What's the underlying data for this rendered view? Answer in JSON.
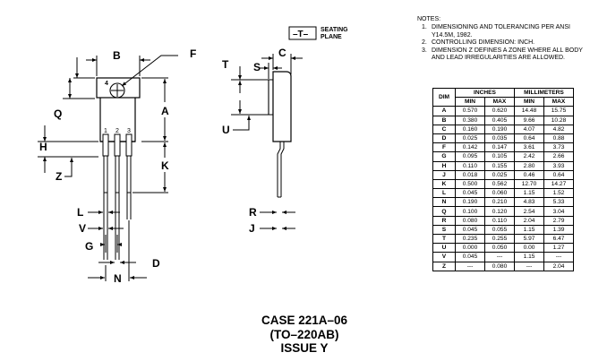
{
  "labels": {
    "B": "B",
    "F": "F",
    "Q": "Q",
    "A": "A",
    "H": "H",
    "K": "K",
    "Z": "Z",
    "L": "L",
    "V": "V",
    "G": "G",
    "D": "D",
    "N": "N",
    "T": "T",
    "C": "C",
    "S": "S",
    "U": "U",
    "R": "R",
    "J": "J",
    "pin_mark": "4",
    "pin1": "1",
    "pin2": "2",
    "pin3": "3",
    "seating_box": "–T–",
    "seating_line1": "SEATING",
    "seating_line2": "PLANE"
  },
  "notes": {
    "heading": "NOTES:",
    "items": [
      {
        "num": "1.",
        "text": "DIMENSIONING AND TOLERANCING PER ANSI Y14.5M, 1982."
      },
      {
        "num": "2.",
        "text": "CONTROLLING DIMENSION: INCH."
      },
      {
        "num": "3.",
        "text": "DIMENSION Z DEFINES A ZONE WHERE ALL BODY AND LEAD IRREGULARITIES ARE ALLOWED."
      }
    ]
  },
  "table": {
    "dim_header": "DIM",
    "inches_header": "INCHES",
    "mm_header": "MILLIMETERS",
    "min_header": "MIN",
    "max_header": "MAX",
    "rows": [
      {
        "dim": "A",
        "in_min": "0.570",
        "in_max": "0.620",
        "mm_min": "14.48",
        "mm_max": "15.75"
      },
      {
        "dim": "B",
        "in_min": "0.380",
        "in_max": "0.405",
        "mm_min": "9.66",
        "mm_max": "10.28"
      },
      {
        "dim": "C",
        "in_min": "0.160",
        "in_max": "0.190",
        "mm_min": "4.07",
        "mm_max": "4.82"
      },
      {
        "dim": "D",
        "in_min": "0.025",
        "in_max": "0.035",
        "mm_min": "0.64",
        "mm_max": "0.88"
      },
      {
        "dim": "F",
        "in_min": "0.142",
        "in_max": "0.147",
        "mm_min": "3.61",
        "mm_max": "3.73"
      },
      {
        "dim": "G",
        "in_min": "0.095",
        "in_max": "0.105",
        "mm_min": "2.42",
        "mm_max": "2.66"
      },
      {
        "dim": "H",
        "in_min": "0.110",
        "in_max": "0.155",
        "mm_min": "2.80",
        "mm_max": "3.93"
      },
      {
        "dim": "J",
        "in_min": "0.018",
        "in_max": "0.025",
        "mm_min": "0.46",
        "mm_max": "0.64"
      },
      {
        "dim": "K",
        "in_min": "0.500",
        "in_max": "0.562",
        "mm_min": "12.70",
        "mm_max": "14.27"
      },
      {
        "dim": "L",
        "in_min": "0.045",
        "in_max": "0.060",
        "mm_min": "1.15",
        "mm_max": "1.52"
      },
      {
        "dim": "N",
        "in_min": "0.190",
        "in_max": "0.210",
        "mm_min": "4.83",
        "mm_max": "5.33"
      },
      {
        "dim": "Q",
        "in_min": "0.100",
        "in_max": "0.120",
        "mm_min": "2.54",
        "mm_max": "3.04"
      },
      {
        "dim": "R",
        "in_min": "0.080",
        "in_max": "0.110",
        "mm_min": "2.04",
        "mm_max": "2.79"
      },
      {
        "dim": "S",
        "in_min": "0.045",
        "in_max": "0.055",
        "mm_min": "1.15",
        "mm_max": "1.39"
      },
      {
        "dim": "T",
        "in_min": "0.235",
        "in_max": "0.255",
        "mm_min": "5.97",
        "mm_max": "6.47"
      },
      {
        "dim": "U",
        "in_min": "0.000",
        "in_max": "0.050",
        "mm_min": "0.00",
        "mm_max": "1.27"
      },
      {
        "dim": "V",
        "in_min": "0.045",
        "in_max": "---",
        "mm_min": "1.15",
        "mm_max": "---"
      },
      {
        "dim": "Z",
        "in_min": "---",
        "in_max": "0.080",
        "mm_min": "---",
        "mm_max": "2.04"
      }
    ]
  },
  "caption": {
    "line1": "CASE 221A–06",
    "line2": "(TO–220AB)",
    "line3": "ISSUE Y"
  }
}
